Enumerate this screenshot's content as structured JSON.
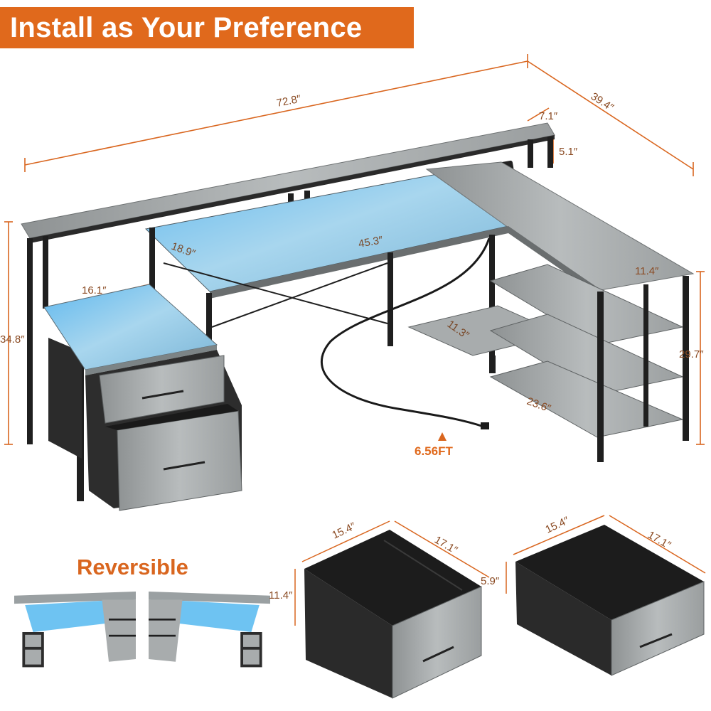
{
  "banner": {
    "title": "Install as Your Preference"
  },
  "dimensions": {
    "total_length": "72.8″",
    "total_depth": "39.4″",
    "monitor_stand_depth": "7.1″",
    "monitor_stand_height": "5.1″",
    "desktop_depth": "18.9″",
    "desktop_width": "45.3″",
    "cabinet_top_width": "16.1″",
    "side_shelf_width": "11.4″",
    "overall_height": "34.8″",
    "desk_height": "29.7″",
    "footrest_width": "11.3″",
    "side_length": "23.6″",
    "cord_length": "6.56FT"
  },
  "reversible": {
    "label": "Reversible"
  },
  "drawer_large": {
    "width": "15.4″",
    "depth": "17.1″",
    "height": "11.4″"
  },
  "drawer_small": {
    "width": "15.4″",
    "depth": "17.1″",
    "height": "5.9″"
  },
  "colors": {
    "accent": "#e0691c",
    "wood": "#a9adae",
    "frame": "#1f1f1f",
    "led": "#6ec3f2"
  }
}
